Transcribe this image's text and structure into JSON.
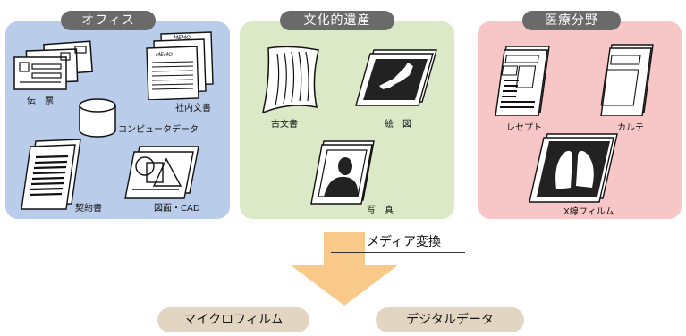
{
  "categories": {
    "office": {
      "title": "オフィス",
      "items": {
        "denpyo": "伝　票",
        "shanai": "社内文書",
        "computer": "コンピュータデータ",
        "keiyaku": "契約書",
        "zumen": "図面・CAD"
      },
      "memo": "MEMO"
    },
    "culture": {
      "title": "文化的遺産",
      "items": {
        "komonjo": "古文書",
        "ezu": "絵　図",
        "shashin": "写　真"
      }
    },
    "medical": {
      "title": "医療分野",
      "items": {
        "receipt": "レセプト",
        "karte": "カルテ",
        "xray": "X線フィルム"
      }
    }
  },
  "conversion": {
    "label": "メディア変換"
  },
  "outputs": {
    "microfilm": "マイクロフィルム",
    "digital": "デジタルデータ"
  },
  "colors": {
    "office_bg": "#b9cce9",
    "culture_bg": "#dbe9c6",
    "medical_bg": "#f7c6c6",
    "tag_bg": "#6a6a6a",
    "arrow": "#f9c98a",
    "output_bg": "#e2d5c2"
  }
}
